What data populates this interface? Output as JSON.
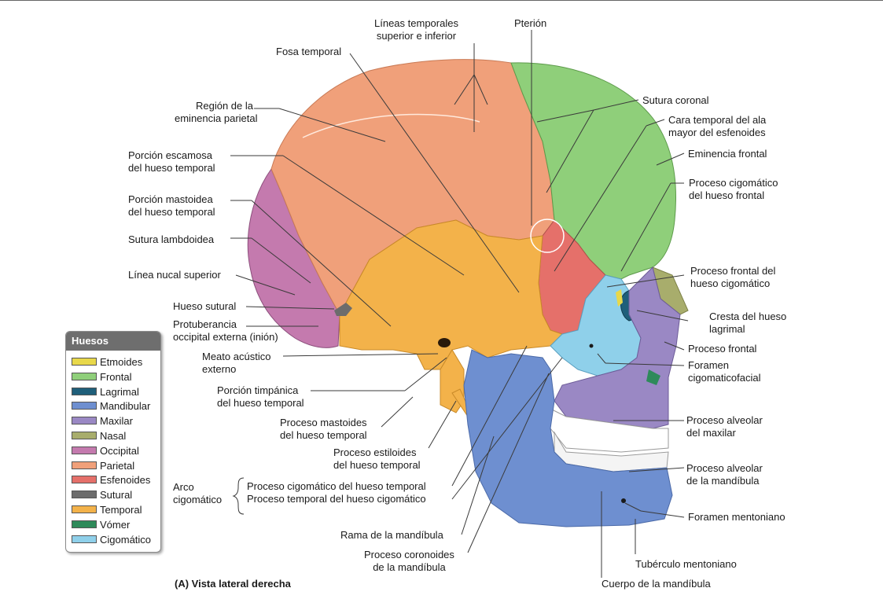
{
  "caption": "(A) Vista lateral derecha",
  "legend": {
    "title": "Huesos",
    "items": [
      {
        "label": "Etmoides",
        "color": "#e8d84a"
      },
      {
        "label": "Frontal",
        "color": "#8fcf7a"
      },
      {
        "label": "Lagrimal",
        "color": "#1f5f7a"
      },
      {
        "label": "Mandibular",
        "color": "#6e8fd0"
      },
      {
        "label": "Maxilar",
        "color": "#9a88c4"
      },
      {
        "label": "Nasal",
        "color": "#a8ad6c"
      },
      {
        "label": "Occipital",
        "color": "#c47aae"
      },
      {
        "label": "Parietal",
        "color": "#f0a07a"
      },
      {
        "label": "Esfenoides",
        "color": "#e5706a"
      },
      {
        "label": "Sutural",
        "color": "#6c6c6c"
      },
      {
        "label": "Temporal",
        "color": "#f3b24a"
      },
      {
        "label": "Vómer",
        "color": "#2e8a5a"
      },
      {
        "label": "Cigomático",
        "color": "#8fd0ea"
      }
    ]
  },
  "labels": {
    "lineas_temporales": [
      "Líneas temporales",
      "superior e inferior"
    ],
    "pterion": "Pterión",
    "fosa_temporal": "Fosa temporal",
    "region_eminencia": [
      "Región de la",
      "eminencia parietal"
    ],
    "sutura_coronal": "Sutura coronal",
    "cara_temporal": [
      "Cara temporal del ala",
      "mayor del esfenoides"
    ],
    "eminencia_frontal": "Eminencia frontal",
    "porcion_escamosa": [
      "Porción escamosa",
      "del hueso temporal"
    ],
    "proceso_cigomatico_frontal": [
      "Proceso cigomático",
      "del hueso frontal"
    ],
    "porcion_mastoidea": [
      "Porción mastoidea",
      "del hueso temporal"
    ],
    "sutura_lambdoidea": "Sutura lambdoidea",
    "proceso_frontal_cigomatico": [
      "Proceso frontal del",
      "hueso cigomático"
    ],
    "linea_nucal": "Línea nucal superior",
    "hueso_sutural": "Hueso sutural",
    "cresta_lagrimal": [
      "Cresta del hueso",
      "lagrimal"
    ],
    "protuberancia": [
      "Protuberancia",
      "occipital externa (inión)"
    ],
    "proceso_frontal": "Proceso frontal",
    "meato": [
      "Meato acústico",
      "externo"
    ],
    "foramen_cigomaticofacial": [
      "Foramen",
      "cigomaticofacial"
    ],
    "porcion_timpanica": [
      "Porción timpánica",
      "del hueso temporal"
    ],
    "proceso_mastoides": [
      "Proceso mastoides",
      "del hueso temporal"
    ],
    "proceso_alveolar_maxilar": [
      "Proceso alveolar",
      "del maxilar"
    ],
    "proceso_estiloides": [
      "Proceso estiloides",
      "del hueso temporal"
    ],
    "arco": [
      "Arco",
      "cigomático"
    ],
    "arco_items": [
      "Proceso cigomático del hueso temporal",
      "Proceso temporal del hueso cigomático"
    ],
    "proceso_alveolar_mandibula": [
      "Proceso alveolar",
      "de la mandíbula"
    ],
    "foramen_mentoniano": "Foramen mentoniano",
    "rama": "Rama de la mandíbula",
    "proceso_coronoides": [
      "Proceso coronoides",
      "de la mandíbula"
    ],
    "tuberculo": "Tubérculo mentoniano",
    "cuerpo": "Cuerpo de la mandíbula"
  }
}
